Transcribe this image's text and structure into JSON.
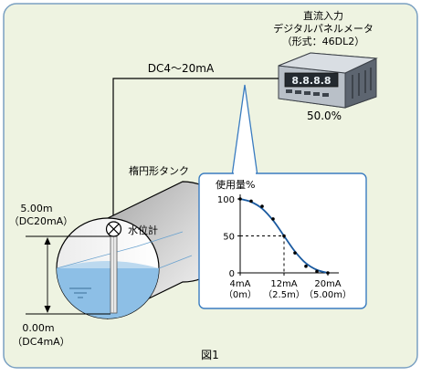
{
  "device": {
    "line1": "直流入力",
    "line2": "デジタルパネルメータ",
    "line3": "（形式：46DL2）",
    "display": "8.8.8.8",
    "reading": "50.0%"
  },
  "signal_label": "DC4～20mA",
  "tank": {
    "title": "楕円形タンク",
    "gauge_label": "水位計",
    "top_value": "5.00m",
    "top_signal": "（DC20mA）",
    "bottom_value": "0.00m",
    "bottom_signal": "（DC4mA）"
  },
  "chart_data": {
    "type": "line",
    "ylabel": "使用量%",
    "yticks": [
      "100",
      "50",
      "0"
    ],
    "ylim": [
      0,
      100
    ],
    "xlim": [
      4,
      20
    ],
    "xticks": [
      {
        "value": 4,
        "label": "4mA",
        "sub": "（0m）"
      },
      {
        "value": 12,
        "label": "12mA",
        "sub": "（2.5m）"
      },
      {
        "value": 20,
        "label": "20mA",
        "sub": "（5.00m）"
      }
    ],
    "curve": [
      {
        "x": 4,
        "y": 100
      },
      {
        "x": 6,
        "y": 96
      },
      {
        "x": 8,
        "y": 87
      },
      {
        "x": 10,
        "y": 71
      },
      {
        "x": 12,
        "y": 50
      },
      {
        "x": 14,
        "y": 29
      },
      {
        "x": 16,
        "y": 13
      },
      {
        "x": 18,
        "y": 4
      },
      {
        "x": 20,
        "y": 0
      }
    ],
    "points": [
      {
        "x": 4,
        "y": 100
      },
      {
        "x": 6,
        "y": 97
      },
      {
        "x": 8,
        "y": 90
      },
      {
        "x": 10,
        "y": 73
      },
      {
        "x": 12,
        "y": 50
      },
      {
        "x": 14,
        "y": 27
      },
      {
        "x": 16,
        "y": 9
      },
      {
        "x": 18,
        "y": 2
      },
      {
        "x": 20,
        "y": 0
      }
    ],
    "guide": {
      "x": 12,
      "y": 50
    }
  },
  "caption": "図1",
  "colors": {
    "frame_bg": "#eef3e1",
    "frame_border": "#7aa0c2",
    "callout_border": "#3a7cc0",
    "water": "#8dbfe6",
    "curve": "#1a5aa0"
  }
}
